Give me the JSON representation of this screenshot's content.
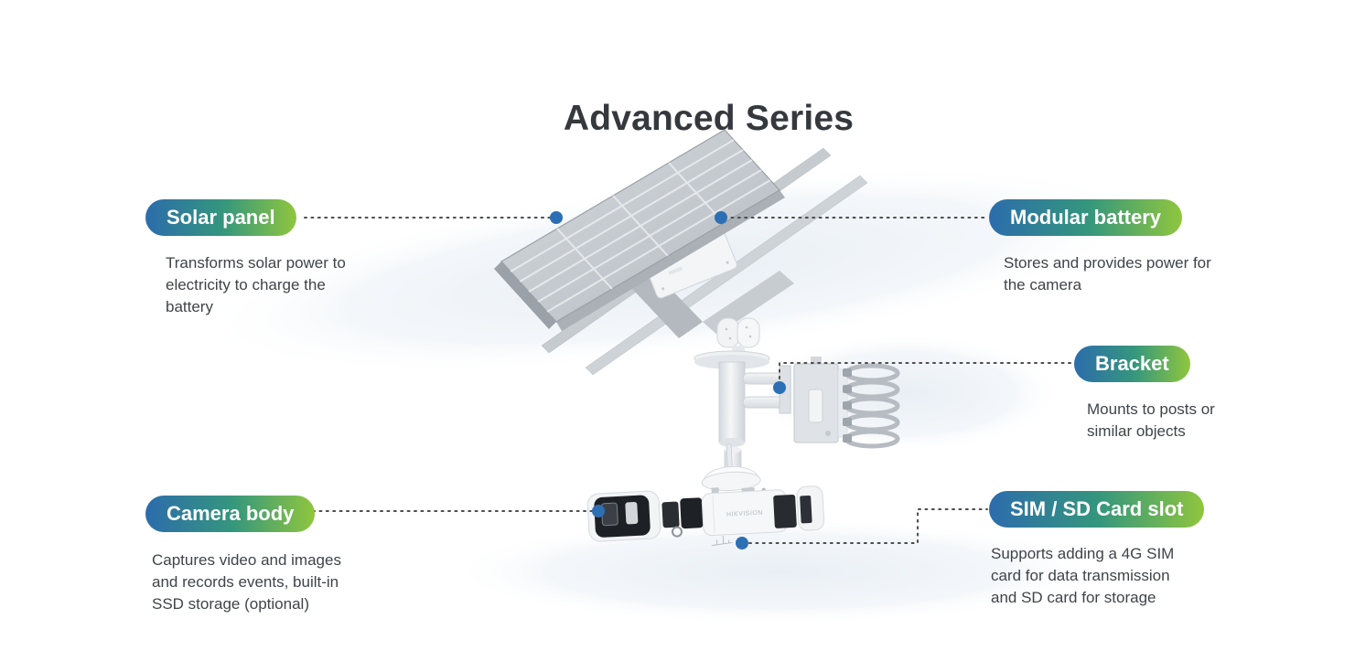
{
  "page": {
    "title": "Advanced Series"
  },
  "colors": {
    "title_text": "#35383d",
    "body_text": "#3f4449",
    "pill_start": "#2c6cac",
    "pill_mid": "#35977c",
    "pill_end": "#90c63e",
    "pill_text": "#ffffff",
    "dot": "#2d6fb5",
    "connector": "#4d4d4d"
  },
  "callouts": [
    {
      "id": "solar-panel",
      "label": "Solar panel",
      "description": "Transforms solar power to electricity to charge the battery"
    },
    {
      "id": "modular-battery",
      "label": "Modular battery",
      "description": "Stores and provides power for the camera"
    },
    {
      "id": "bracket",
      "label": "Bracket",
      "description": "Mounts to posts or similar objects"
    },
    {
      "id": "camera-body",
      "label": "Camera body",
      "description": "Captures video and images and records events, built-in SSD storage (optional)"
    },
    {
      "id": "sim-sd-card-slot",
      "label": "SIM / SD Card slot",
      "description": "Supports adding a 4G SIM card for data transmission and SD card for storage"
    }
  ],
  "product": {
    "brand_label": "HIKVISION"
  }
}
